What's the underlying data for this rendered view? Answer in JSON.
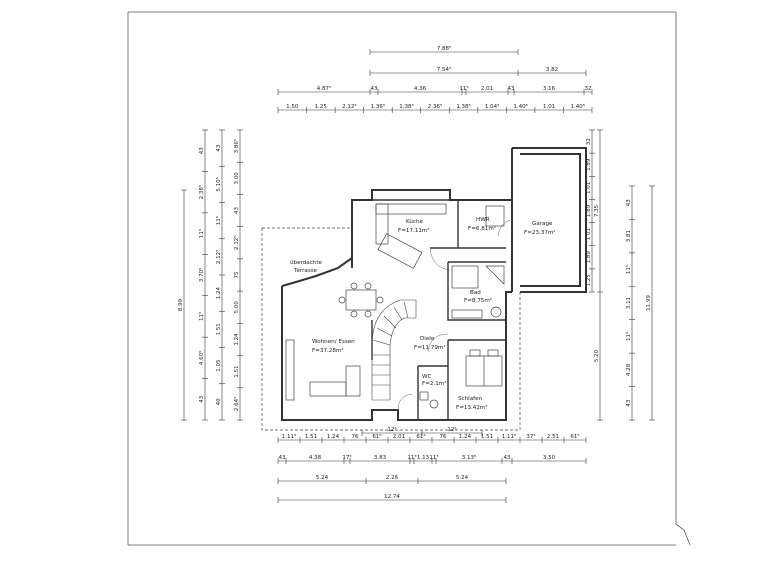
{
  "rooms": {
    "kueche": {
      "name": "Küche",
      "area": "F=17.11m²"
    },
    "hwr": {
      "name": "HWR",
      "area": "F=6.81m²"
    },
    "garage": {
      "name": "Garage",
      "area": "F=23.37m²"
    },
    "terrasse": {
      "line1": "überdachte",
      "line2": "Terrasse"
    },
    "bad": {
      "name": "Bad",
      "area": "F=8.75m²"
    },
    "wohnen": {
      "name": "Wohnen/ Essen",
      "area": "F=37.28m²"
    },
    "diele": {
      "name": "Diele",
      "area": "F=11.79m²"
    },
    "wc": {
      "name": "WC",
      "area": "F=2.1m²"
    },
    "schlafen": {
      "name": "Schlafen",
      "area": "F=13.42m²"
    }
  },
  "dims": {
    "top": {
      "r1": [
        "7.88⁵"
      ],
      "r2": [
        "7.54⁵",
        "3.82"
      ],
      "r3": [
        "4.87⁵",
        "43",
        "4.36",
        "11⁵",
        "2.01",
        "43",
        "3.16",
        "32"
      ],
      "r4": [
        "1.50",
        "1.25",
        "2.12⁵",
        "1.36⁵",
        "1.38⁵",
        "2.36⁵",
        "1.38⁵",
        "1.04⁵",
        "1.40⁵",
        "1.01",
        "1.40⁵"
      ]
    },
    "bottom": {
      "b0": [
        "12⁵",
        "12⁵"
      ],
      "b1": [
        "1.11⁵",
        "1.51",
        "1.24",
        "76",
        "61⁵",
        "2.01",
        "61⁵",
        "76",
        "1.24",
        "1.51",
        "1.11⁵",
        "37⁵",
        "2.51",
        "61⁵"
      ],
      "b2": [
        "43",
        "4.38",
        "17⁵",
        "3.83",
        "11⁵",
        "1.13",
        "11⁵",
        "3.13⁵",
        "43",
        "3.50"
      ],
      "b3": [
        "5.24",
        "2.26",
        "5.24"
      ],
      "b4": [
        "12.74"
      ]
    },
    "left": {
      "l1": [
        "43",
        "2.38⁵",
        "11⁵",
        "3.70⁵",
        "11⁵",
        "4.60⁵",
        "43"
      ],
      "l2": [
        "43",
        "5.10⁵",
        "11⁵",
        "2.12⁵",
        "1.24",
        "1.51",
        "1.05",
        "40"
      ],
      "l3": [
        "3.86⁵",
        "3.00",
        "43",
        "2.12⁵",
        "75",
        "5.00",
        "1.24",
        "1.51",
        "2.64⁵"
      ],
      "l4": [
        "8.99"
      ]
    },
    "right": {
      "r1": [
        "32",
        "1.89",
        "1.01",
        "1.89",
        "1.01",
        "1.89",
        "1.25"
      ],
      "r2": [
        "7.35",
        "5.20"
      ],
      "r3": [
        "43",
        "3.81",
        "11⁵",
        "3.11",
        "11⁵",
        "4.28",
        "43"
      ],
      "r4": [
        "11.99"
      ]
    }
  }
}
